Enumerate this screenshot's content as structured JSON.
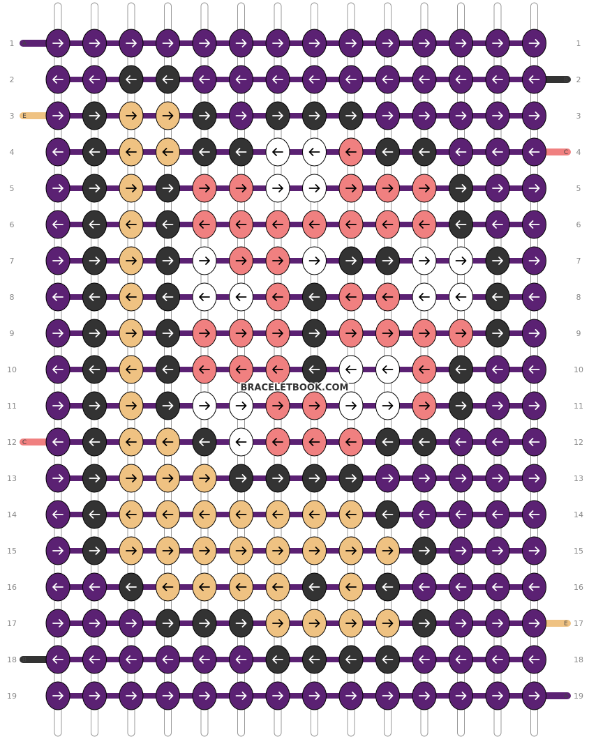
{
  "watermark": "BRACELETBOOK.COM",
  "colors": {
    "A": "#5b2173",
    "B": "#333333",
    "C": "#f08080",
    "D": "#ffffff",
    "E": "#efc282"
  },
  "row_labels": [
    "1",
    "2",
    "3",
    "4",
    "5",
    "6",
    "7",
    "8",
    "9",
    "10",
    "11",
    "12",
    "13",
    "14",
    "15",
    "16",
    "17",
    "18",
    "19"
  ],
  "left_ends": [
    {
      "row": 1,
      "letter": "A",
      "color": "A"
    },
    {
      "row": 3,
      "letter": "E",
      "color": "E"
    },
    {
      "row": 12,
      "letter": "C",
      "color": "C"
    },
    {
      "row": 18,
      "letter": "B",
      "color": "B"
    }
  ],
  "right_ends": [
    {
      "row": 2,
      "letter": "B",
      "color": "B"
    },
    {
      "row": 4,
      "letter": "C",
      "color": "C"
    },
    {
      "row": 17,
      "letter": "E",
      "color": "E"
    },
    {
      "row": 19,
      "letter": "A",
      "color": "A"
    }
  ],
  "knot_rows": [
    "AAAAAAAAAAAAAA",
    "AABBAAAAAAAAAA",
    "ABEEBABBBAAAAA",
    "ABEEBBDDCBBAAA",
    "ABEBCCDDCCCBAA",
    "ABEBCCCCCCCBAA",
    "ABEBDCCDBBDDBA",
    "ABEBDDCBCCDDBA",
    "ABEBCCCBCCCCBA",
    "ABEBCCCBDDCBAA",
    "ABEBDDCCDDCBAA",
    "ABEEBDCCCBBAAA",
    "ABEEEBBBBAAAAA",
    "ABEEEEEEEBAAAA",
    "ABEEEEEEEEBAAA",
    "AABEEEEBEBAAAA",
    "AAABBBEEEEBAAA",
    "AAAAAABBBBAAAA",
    "AAAAAAAAAAAAAA"
  ]
}
